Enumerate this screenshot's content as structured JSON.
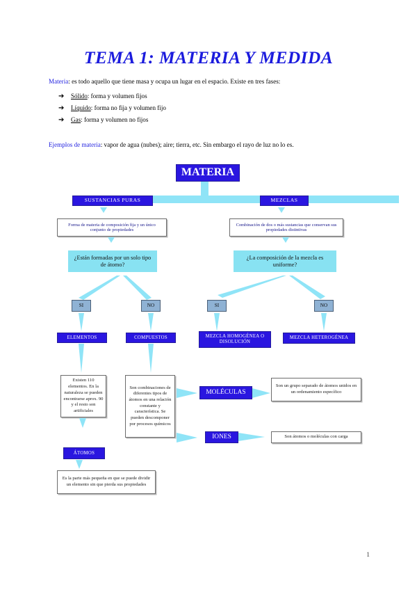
{
  "document": {
    "title": "TEMA 1: MATERIA Y MEDIDA",
    "page_number": "1",
    "intro": {
      "keyword": "Materia",
      "definition": ": es todo aquello que tiene masa y ocupa un lugar en el espacio. Existe en tres fases:"
    },
    "phases": [
      {
        "arrow": "➔",
        "term": "Sólido",
        "description": ": forma y volumen fijos"
      },
      {
        "arrow": "➔",
        "term": "Líquido",
        "description": ": forma no fija y volumen fijo"
      },
      {
        "arrow": "➔",
        "term": "Gas",
        "description": ": forma y volumen no fijos"
      }
    ],
    "examples": {
      "keyword": "Ejemplos de materia",
      "text": ": vapor de agua (nubes); aire; tierra, etc. Sin embargo el rayo de luz no lo es."
    }
  },
  "colors": {
    "heading_blue": "#2a16e0",
    "title_blue": "#1b1bdd",
    "cyan_fill": "#88e2f2",
    "cyan_connector": "#8fe4f7",
    "steel_fill": "#8fb2d4",
    "box_border": "#6b6b6b",
    "body_text": "#000000",
    "box_text_blue": "#1a1a8c"
  },
  "chart_data": {
    "type": "diagram",
    "title": "MATERIA",
    "root": "MATERIA",
    "nodes": [
      {
        "id": "materia",
        "label": "MATERIA",
        "style": "blue-title"
      },
      {
        "id": "sust_puras",
        "label": "SUSTANCIAS PURAS",
        "style": "blue"
      },
      {
        "id": "mezclas",
        "label": "MEZCLAS",
        "style": "blue"
      },
      {
        "id": "desc_puras",
        "label": "Forma de materia de composición fija y un único conjunto de propiedades",
        "style": "white"
      },
      {
        "id": "desc_mezclas",
        "label": "Combinación de dos o más sustancias que conservan sus propiedades distintivas",
        "style": "white"
      },
      {
        "id": "q_puras",
        "label": "¿Están formadas por un solo tipo de átomo?",
        "style": "cyan"
      },
      {
        "id": "q_mezclas",
        "label": "¿La composición de la mezcla es uniforme?",
        "style": "cyan"
      },
      {
        "id": "si1",
        "label": "SI",
        "style": "steel"
      },
      {
        "id": "no1",
        "label": "NO",
        "style": "steel"
      },
      {
        "id": "si2",
        "label": "SI",
        "style": "steel"
      },
      {
        "id": "no2",
        "label": "NO",
        "style": "steel"
      },
      {
        "id": "elementos",
        "label": "ELEMENTOS",
        "style": "blue"
      },
      {
        "id": "compuestos",
        "label": "COMPUESTOS",
        "style": "blue"
      },
      {
        "id": "homogenea",
        "label": "MEZCLA HOMOGÉNEA O DISOLUCIÓN",
        "style": "blue"
      },
      {
        "id": "heterogenea",
        "label": "MEZCLA HETEROGÉNEA",
        "style": "blue"
      },
      {
        "id": "desc_elem",
        "label": "Existen 110 elementos. En la naturaleza se pueden encontrarse aprox. 90 y el resto son artificiales",
        "style": "white"
      },
      {
        "id": "desc_comp",
        "label": "Son combinaciones de diferentes tipos de átomos en una relación constante y característica. Se pueden descomponer por procesos químicos",
        "style": "white"
      },
      {
        "id": "moleculas",
        "label": "MOLÉCULAS",
        "style": "blue"
      },
      {
        "id": "desc_mol",
        "label": "Son un grupo separado de átomos unidos en un ordenamiento específico",
        "style": "white"
      },
      {
        "id": "iones",
        "label": "IONES",
        "style": "blue"
      },
      {
        "id": "desc_iones",
        "label": "Son átomos o moléculas con carga",
        "style": "white"
      },
      {
        "id": "atomos",
        "label": "ÁTOMOS",
        "style": "blue"
      },
      {
        "id": "desc_atomos",
        "label": "Es la parte más pequeña en que se puede dividir un elemento sin que pierda sus propiedades",
        "style": "white"
      }
    ],
    "edges": [
      {
        "from": "materia",
        "to": "sust_puras"
      },
      {
        "from": "materia",
        "to": "mezclas"
      },
      {
        "from": "sust_puras",
        "to": "desc_puras"
      },
      {
        "from": "mezclas",
        "to": "desc_mezclas"
      },
      {
        "from": "desc_puras",
        "to": "q_puras"
      },
      {
        "from": "desc_mezclas",
        "to": "q_mezclas"
      },
      {
        "from": "q_puras",
        "to": "si1"
      },
      {
        "from": "q_puras",
        "to": "no1"
      },
      {
        "from": "q_mezclas",
        "to": "si2"
      },
      {
        "from": "q_mezclas",
        "to": "no2"
      },
      {
        "from": "si1",
        "to": "elementos"
      },
      {
        "from": "no1",
        "to": "compuestos"
      },
      {
        "from": "si2",
        "to": "homogenea"
      },
      {
        "from": "no2",
        "to": "heterogenea"
      },
      {
        "from": "elementos",
        "to": "desc_elem"
      },
      {
        "from": "compuestos",
        "to": "desc_comp"
      },
      {
        "from": "desc_comp",
        "to": "moleculas"
      },
      {
        "from": "desc_comp",
        "to": "iones"
      },
      {
        "from": "moleculas",
        "to": "desc_mol"
      },
      {
        "from": "iones",
        "to": "desc_iones"
      },
      {
        "from": "desc_elem",
        "to": "atomos"
      },
      {
        "from": "atomos",
        "to": "desc_atomos"
      }
    ]
  }
}
